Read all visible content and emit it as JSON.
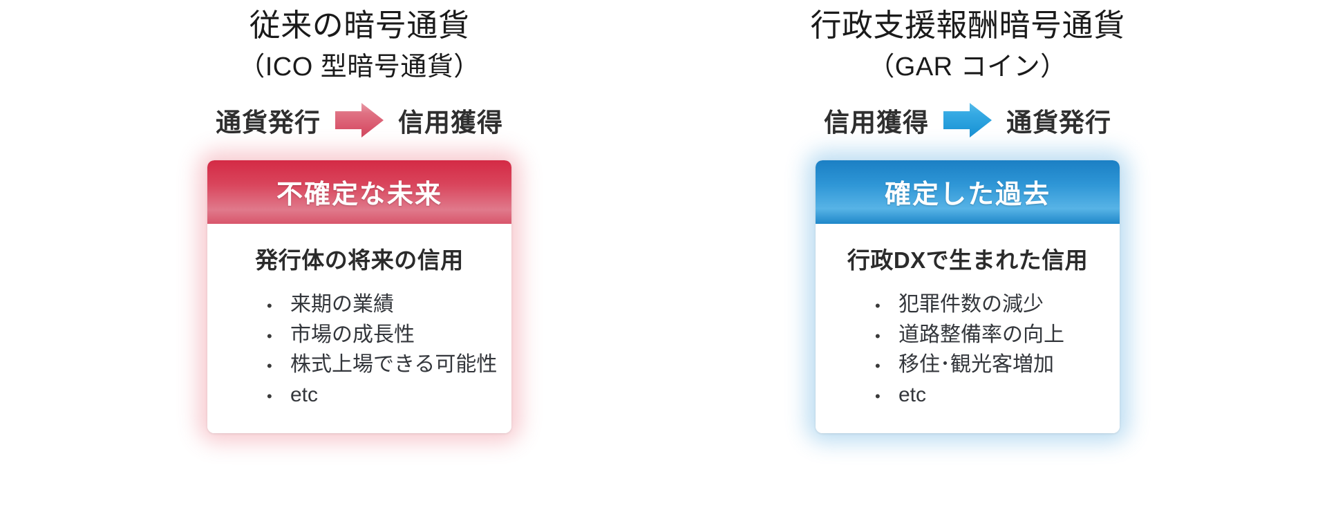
{
  "columns": [
    {
      "id": "conventional",
      "heading": {
        "line1": "従来の暗号通貨",
        "line2": "（ICO 型暗号通貨）"
      },
      "flow": {
        "from": "通貨発行",
        "to": "信用獲得",
        "arrow_icon": "arrow-right-icon",
        "arrow_color": "#e0697c"
      },
      "card": {
        "header": "不確定な未来",
        "header_color": "#d9455c",
        "glow_color": "#e85a6b",
        "subtitle": "発行体の将来の信用",
        "bullet_marker": "•",
        "bullets": [
          "来期の業績",
          "市場の成長性",
          "株式上場できる可能性",
          "etc"
        ]
      }
    },
    {
      "id": "gar",
      "heading": {
        "line1": "行政支援報酬暗号通貨",
        "line2": "（GAR コイン）"
      },
      "flow": {
        "from": "信用獲得",
        "to": "通貨発行",
        "arrow_icon": "arrow-right-icon",
        "arrow_color": "#29a3e0"
      },
      "card": {
        "header": "確定した過去",
        "header_color": "#2e96d6",
        "glow_color": "#3c9bdb",
        "subtitle": "行政DXで生まれた信用",
        "bullet_marker": "•",
        "bullets": [
          "犯罪件数の減少",
          "道路整備率の向上",
          "移住･観光客増加",
          "etc"
        ]
      }
    }
  ]
}
